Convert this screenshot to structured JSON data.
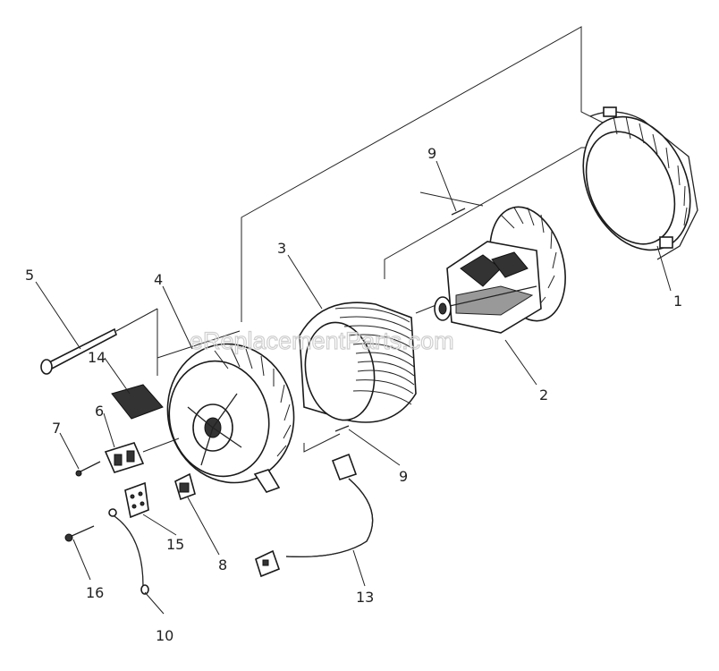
{
  "watermark": "eReplacementParts.com",
  "callouts": {
    "c1": "1",
    "c2": "2",
    "c3": "3",
    "c4": "4",
    "c5": "5",
    "c6": "6",
    "c7": "7",
    "c8": "8",
    "c9a": "9",
    "c9b": "9",
    "c10": "10",
    "c13": "13",
    "c14": "14",
    "c15": "15",
    "c16": "16"
  }
}
